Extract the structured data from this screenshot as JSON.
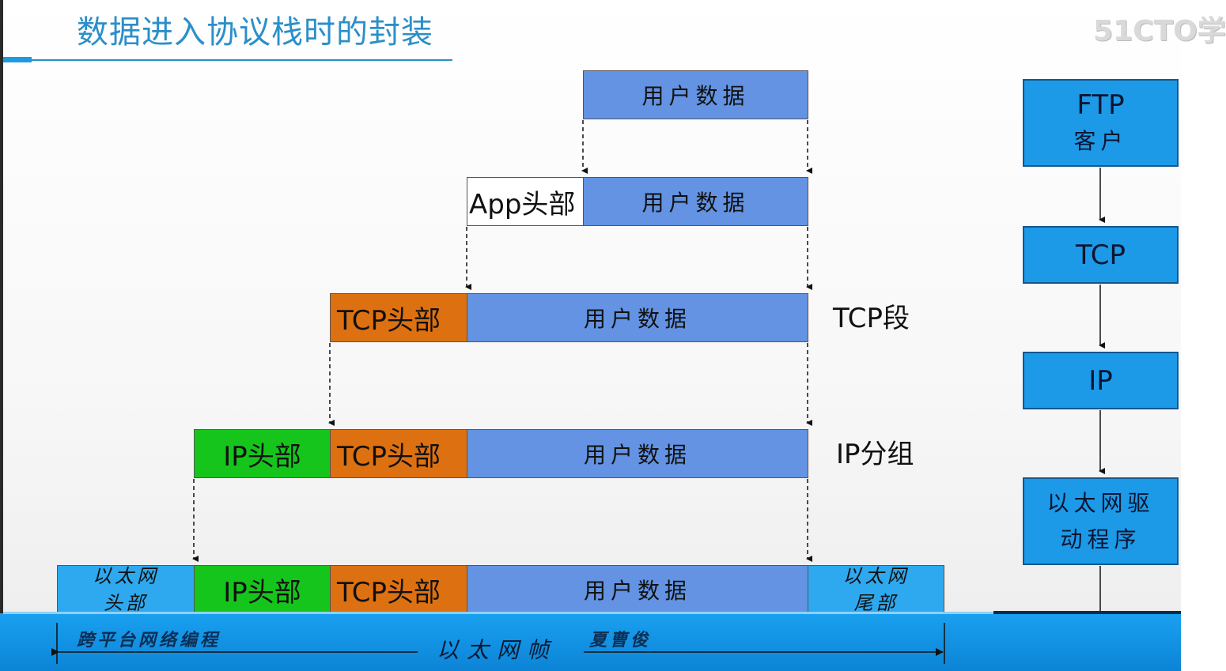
{
  "title": "数据进入协议栈时的封装",
  "watermark": "51CTO学",
  "user_data": "用户数据",
  "app_header": "App头部",
  "tcp_header": "TCP头部",
  "ip_header": "IP头部",
  "eth_header": [
    "以太网",
    "头部"
  ],
  "eth_trailer": [
    "以太网",
    "尾部"
  ],
  "tcp_segment_label": "TCP段",
  "ip_packet_label": "IP分组",
  "eth_frame_label": "以太网帧",
  "course_watermark": "跨平台网络编程",
  "author_watermark": "夏曹俊",
  "layers": [
    {
      "lines": [
        "FTP",
        "客户"
      ]
    },
    {
      "lines": [
        "TCP"
      ]
    },
    {
      "lines": [
        "IP"
      ]
    },
    {
      "lines": [
        "以太网驱",
        "动程序"
      ]
    }
  ],
  "colors": {
    "user_data": "#6393e2",
    "tcp_header": "#dd7112",
    "ip_header": "#16c51c",
    "ethernet": "#2ea8ee",
    "layer_box": "#1c9ae8",
    "title": "#2b8fc9"
  }
}
